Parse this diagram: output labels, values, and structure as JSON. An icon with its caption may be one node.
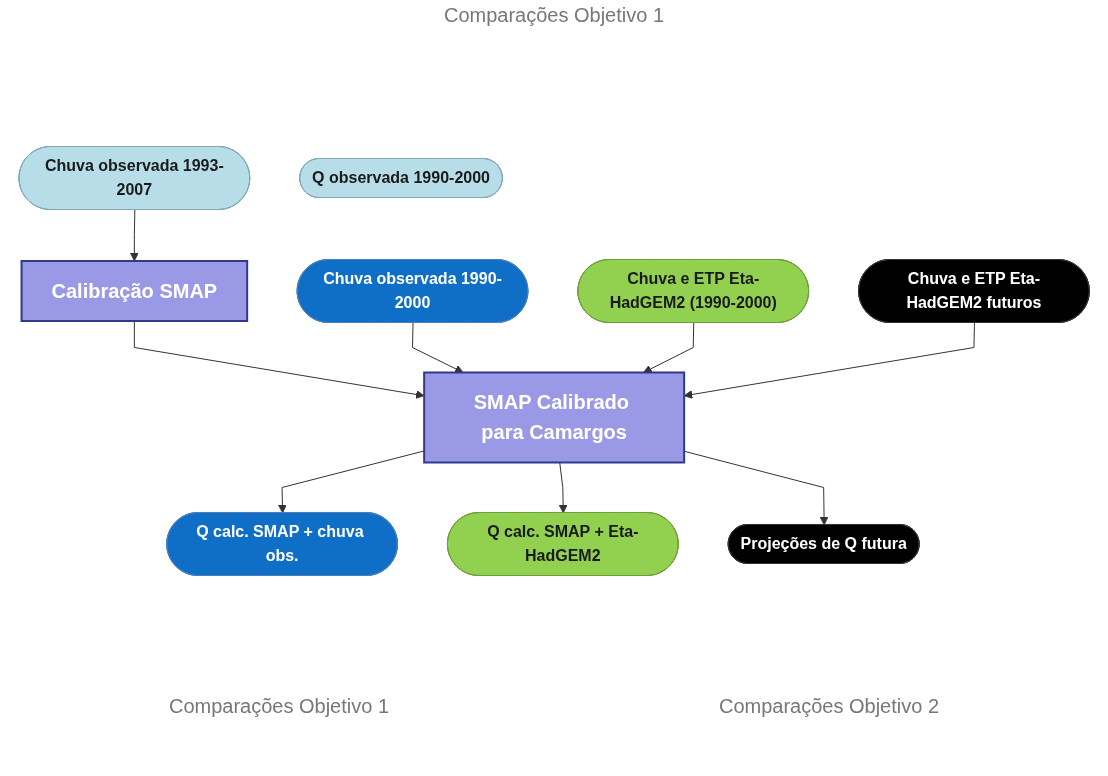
{
  "diagram": {
    "nodes": [
      {
        "text": [
          "Chuva observada 1990-2000"
        ]
      },
      {
        "text": [
          "Chuva e ETP Eta-HadGEM2 (1990-2000)"
        ]
      },
      {
        "text": [
          "Chuva e ETP Eta-HadGEM2 futuros"
        ]
      },
      {
        "text": [
          "Chuva observada 1993-2007"
        ]
      },
      {
        "text": [
          "Calibração SMAP"
        ]
      },
      {
        "text": [
          "SMAP Calibrado para Camargos"
        ]
      },
      {
        "text": [
          "Q observada 1990-2000"
        ]
      },
      {
        "text": [
          "Q calc. SMAP + chuva obs."
        ]
      },
      {
        "text": [
          "Q calc. SMAP + Eta-HadGEM2"
        ]
      },
      {
        "text": [
          "Projeções de Q futura"
        ]
      }
    ],
    "edges": [
      {
        "from": 3,
        "to": 4,
        "arrow": "to"
      },
      {
        "from": 4,
        "to": 5,
        "arrow": "to"
      },
      {
        "from": 0,
        "to": 5,
        "arrow": "to"
      },
      {
        "from": 1,
        "to": 5,
        "arrow": "to"
      },
      {
        "from": 2,
        "to": 5,
        "arrow": "to"
      },
      {
        "from": 5,
        "to": 7,
        "arrow": "to"
      },
      {
        "from": 5,
        "to": 8,
        "arrow": "to"
      },
      {
        "from": 5,
        "to": 9,
        "arrow": "to"
      }
    ],
    "labels": [
      "Comparações Objetivo 1",
      "Comparações Objetivo 1",
      "Comparações Objetivo 2"
    ]
  }
}
